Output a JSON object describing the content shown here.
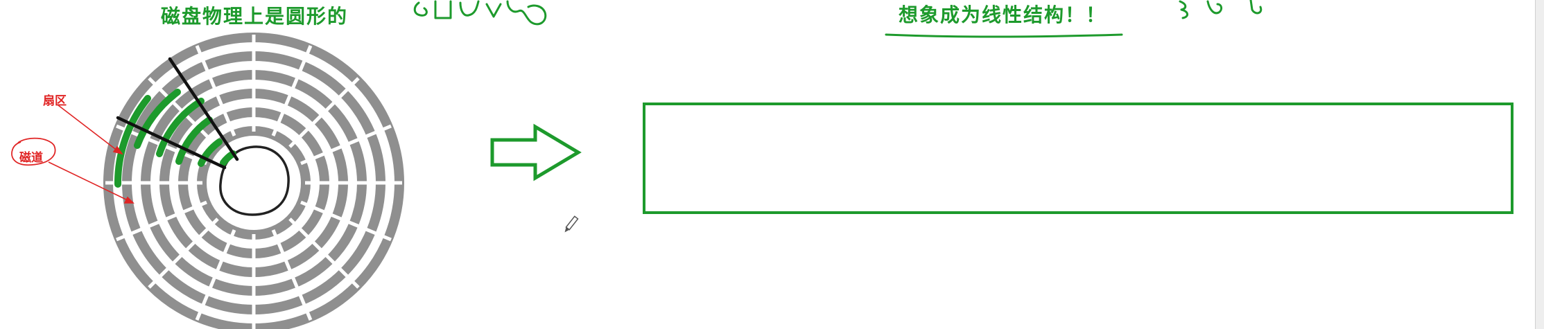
{
  "left_title": "磁盘物理上是圆形的",
  "right_title": "想象成为线性结构！！",
  "labels": {
    "sector": "扇区",
    "track": "磁道"
  },
  "colors": {
    "disk_gray": "#8f8f8f",
    "accent_green": "#1d9a2c",
    "annotation_red": "#e02424",
    "ink_black": "#111111"
  },
  "disk": {
    "tracks": 6,
    "sector_dividers": 16
  },
  "icons": [
    "right-arrow-icon",
    "pen-cursor-icon"
  ]
}
